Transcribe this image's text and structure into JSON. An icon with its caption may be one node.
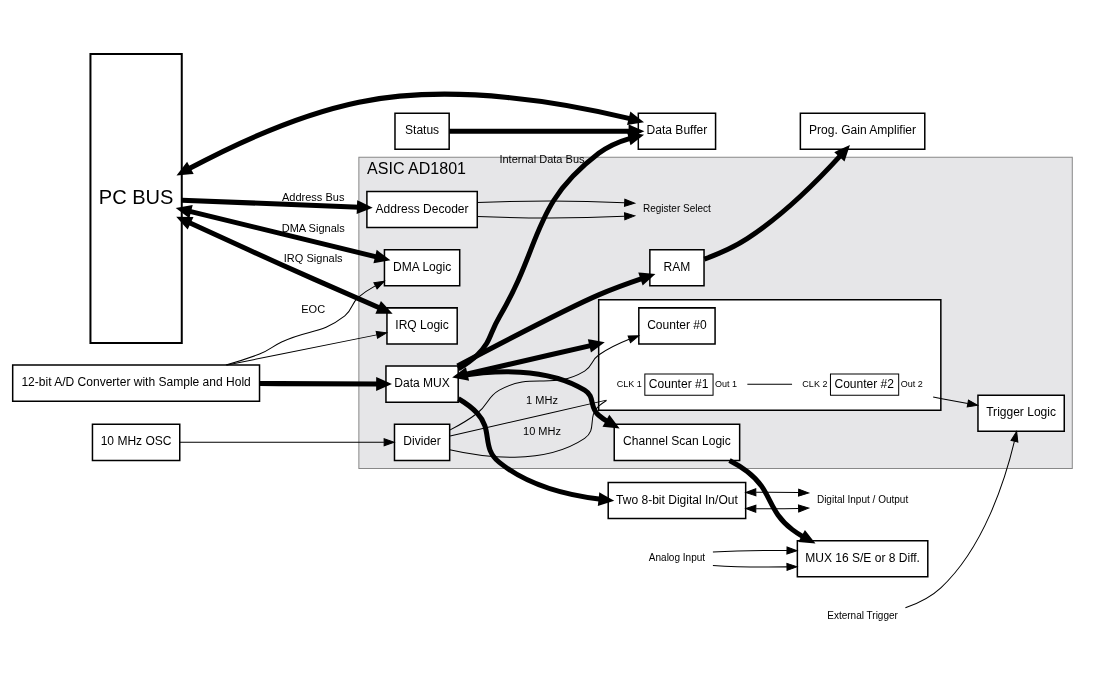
{
  "diagram": {
    "nodes": [
      {
        "text": [
          "PC BUS"
        ]
      },
      {
        "text": [
          "ASIC AD1801"
        ]
      },
      {
        "text": [
          "Address Decoder"
        ],
        "in": 1
      },
      {
        "text": [
          "Register Select"
        ],
        "in": 1
      },
      {
        "text": [
          "Status"
        ]
      },
      {
        "text": [
          "Data Buffer"
        ]
      },
      {
        "text": [
          "DMA Logic"
        ],
        "in": 1
      },
      {
        "text": [
          "IRQ Logic"
        ],
        "in": 1
      },
      {
        "text": [
          "Divider"
        ],
        "in": 1
      },
      {
        "text": [
          "10 MHz OSC"
        ]
      },
      {
        "text": [],
        "shape": "box",
        "in": 1
      },
      {
        "text": [
          "Counter #0"
        ],
        "in": 10
      },
      {
        "text": [
          "Counter #1"
        ],
        "beside": [
          "CLK 1",
          "Out 1"
        ],
        "in": 10
      },
      {
        "text": [
          "Counter #2"
        ],
        "beside": [
          "CLK 2",
          "Out 2"
        ],
        "in": 10
      },
      {
        "text": [
          "Two 8-bit Digital In/Out"
        ]
      },
      {
        "text": [
          "Digital Input / Output"
        ]
      },
      {
        "text": [
          "Trigger Logic"
        ],
        "in": 1
      },
      {
        "text": [
          "External Trigger"
        ]
      },
      {
        "text": [
          "Data MUX"
        ],
        "in": 1
      },
      {
        "text": [
          "RAM"
        ],
        "in": 1
      },
      {
        "text": [
          "Channel Scan Logic"
        ],
        "in": 1
      },
      {
        "text": [
          "MUX 16 S/E or 8 Diff."
        ]
      },
      {
        "text": [
          "Analog Input"
        ]
      },
      {
        "text": [
          "12-bit A/D Converter with Sample and Hold"
        ]
      },
      {
        "text": [
          "Prog. Gain Amplifier"
        ]
      }
    ],
    "edges": [
      {
        "from": 0,
        "to": 2,
        "arrow": "to",
        "label": "Address Bus",
        "style": "thick"
      },
      {
        "from": 2,
        "to": 3,
        "arrow": "to"
      },
      {
        "from": 2,
        "to": 3,
        "arrow": "to"
      },
      {
        "from": 4,
        "to": 5,
        "arrow": "to",
        "style": "thick"
      },
      {
        "from": 0,
        "to": 5,
        "arrow": "both",
        "style": "thick"
      },
      {
        "from": 18,
        "to": 5,
        "arrow": "to",
        "label": "Internal Data Bus",
        "style": "thick"
      },
      {
        "from": 0,
        "to": 6,
        "arrow": "both",
        "label": "DMA Signals",
        "style": "thick"
      },
      {
        "from": 0,
        "to": 7,
        "arrow": "both",
        "label": "IRQ Signals",
        "style": "thick"
      },
      {
        "from": 9,
        "to": 8,
        "arrow": "to"
      },
      {
        "from": 8,
        "to": 11,
        "arrow": "to"
      },
      {
        "from": 8,
        "to": 12,
        "arrow": "none",
        "label": "10 MHz"
      },
      {
        "from": 8,
        "to": 12,
        "arrow": "none",
        "label": "1 MHz"
      },
      {
        "from": 12,
        "to": 13,
        "arrow": "none"
      },
      {
        "from": 13,
        "to": 16,
        "arrow": "to"
      },
      {
        "from": 17,
        "to": 16,
        "arrow": "to"
      },
      {
        "from": 18,
        "to": 10,
        "arrow": "both",
        "style": "thick"
      },
      {
        "from": 18,
        "to": 14,
        "arrow": "to",
        "style": "thick"
      },
      {
        "from": 14,
        "to": 15,
        "arrow": "both"
      },
      {
        "from": 14,
        "to": 15,
        "arrow": "both"
      },
      {
        "from": 18,
        "to": 19,
        "arrow": "to",
        "style": "thick"
      },
      {
        "from": 18,
        "to": 20,
        "arrow": "to",
        "style": "thick"
      },
      {
        "from": 20,
        "to": 21,
        "arrow": "to",
        "style": "thick"
      },
      {
        "from": 22,
        "to": 21,
        "arrow": "to"
      },
      {
        "from": 22,
        "to": 21,
        "arrow": "to"
      },
      {
        "from": 23,
        "to": 18,
        "arrow": "to",
        "style": "thick"
      },
      {
        "from": 19,
        "to": 24,
        "arrow": "to",
        "style": "thick"
      },
      {
        "from": 23,
        "to": 6,
        "arrow": "to",
        "label": "EOC"
      },
      {
        "from": 23,
        "to": 7,
        "arrow": "to"
      }
    ]
  }
}
